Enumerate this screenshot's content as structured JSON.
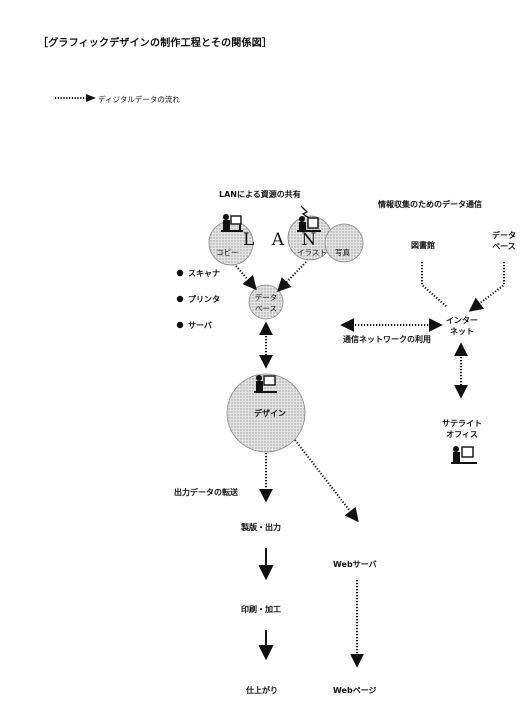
{
  "title": "［グラフィックデザインの制作工程とその関係図］",
  "legend": {
    "label": "ディジタルデータの流れ"
  },
  "lan": {
    "heading": "LANによる資源の共有",
    "center_text": "L A N",
    "copy_node": "コピー",
    "illust_node": "イラスト",
    "photo_node": "写真",
    "database_node_line1": "データ",
    "database_node_line2": "ベース"
  },
  "peripherals": [
    "スキャナ",
    "プリンタ",
    "サーバ"
  ],
  "info": {
    "heading": "情報収集のためのデータ通信",
    "library": "図書館",
    "database_line1": "データ",
    "database_line2": "ベース",
    "internet_line1": "インター",
    "internet_line2": "ネット",
    "network_use": "通信ネットワークの利用",
    "satellite_line1": "サテライト",
    "satellite_line2": "オフィス"
  },
  "design_node": "デザイン",
  "output": {
    "transfer": "出力データの転送",
    "prepress": "製版・出力",
    "printing": "印刷・加工",
    "finished": "仕上がり",
    "web_server": "Webサーバ",
    "web_page": "Webページ"
  }
}
